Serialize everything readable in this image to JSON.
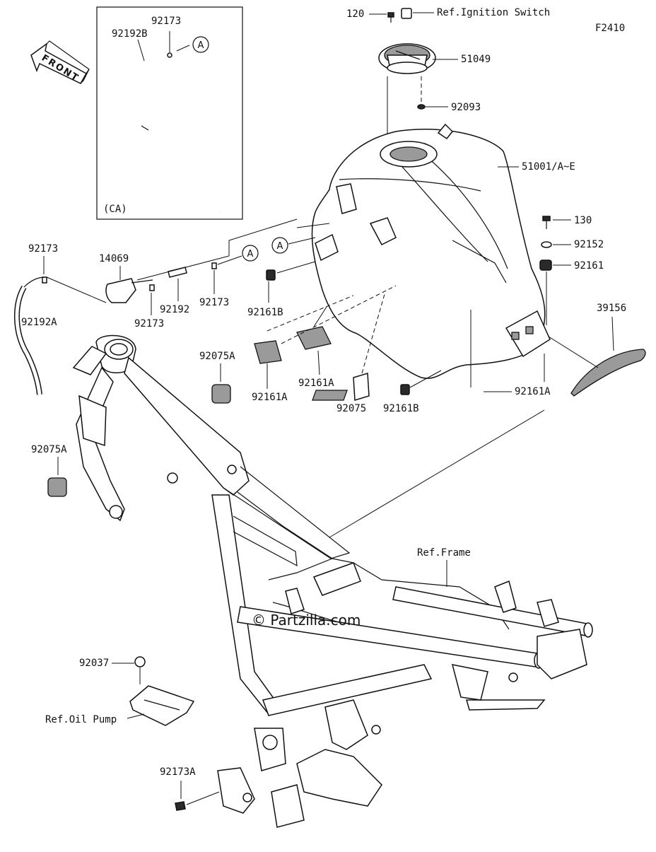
{
  "diagram": {
    "figure_code": "F2410",
    "front_label": "FRONT",
    "hose_box_label": "(CA)",
    "callout_letter": "A",
    "watermark": "© Partzilla.com",
    "labels": {
      "p120": "120",
      "ref_ignition": "Ref.Ignition Switch",
      "p51049": "51049",
      "p92093": "92093",
      "p51001": "51001/A~E",
      "p130": "130",
      "p92152": "92152",
      "p92161": "92161",
      "p39156": "39156",
      "p92161a_right": "92161A",
      "p92161b_right": "92161B",
      "p92075": "92075",
      "p92161a_mid": "92161A",
      "p92161a_left": "92161A",
      "p92161b_left": "92161B",
      "p92075a_top": "92075A",
      "p92075a_left": "92075A",
      "p92173_box": "92173",
      "p92192b": "92192B",
      "p92173_left": "92173",
      "p92192a": "92192A",
      "p14069": "14069",
      "p92173_mid1": "92173",
      "p92192": "92192",
      "p92173_mid2": "92173",
      "ref_frame": "Ref.Frame",
      "p92037": "92037",
      "ref_oil_pump": "Ref.Oil Pump",
      "p92173a": "92173A"
    }
  }
}
